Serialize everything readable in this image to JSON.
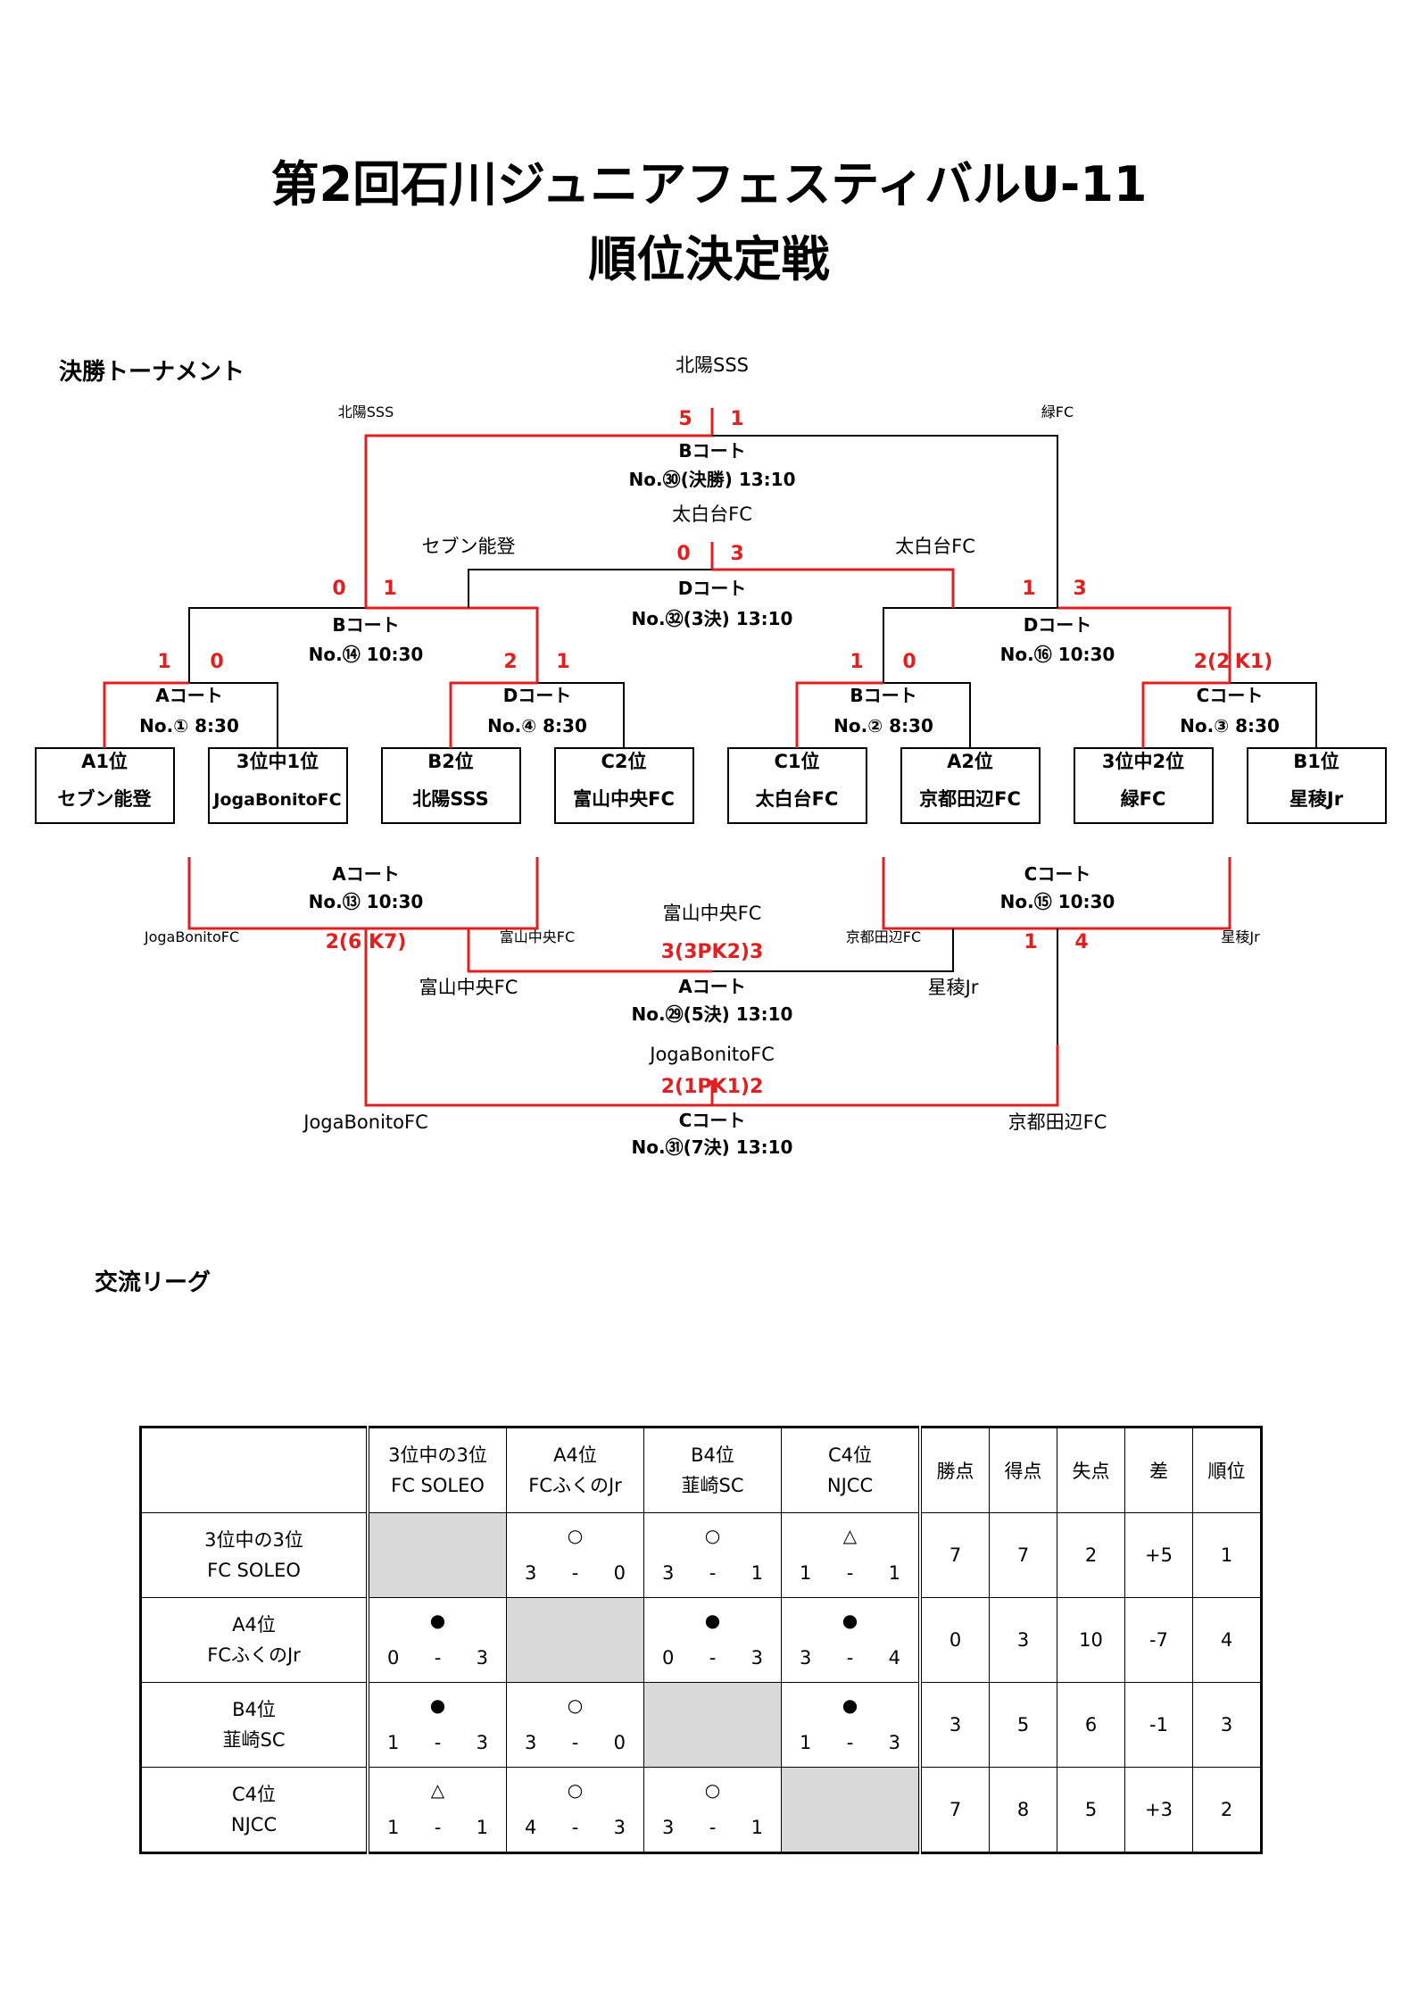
{
  "title": {
    "line1": "第2回石川ジュニアフェスティバルU-11",
    "line2": "順位決定戦"
  },
  "sections": {
    "tournament": "決勝トーナメント",
    "league": "交流リーグ"
  },
  "bracket": {
    "first_round": [
      {
        "court": "Aコート",
        "match": "No.① 8:30",
        "score_l": "1",
        "score_r": "0",
        "left": {
          "seed": "A1位",
          "team": "セブン能登"
        },
        "right": {
          "seed": "3位中1位",
          "team": "JogaBonitoFC"
        }
      },
      {
        "court": "Dコート",
        "match": "No.④ 8:30",
        "score_l": "2",
        "score_r": "1",
        "left": {
          "seed": "B2位",
          "team": "北陽SSS"
        },
        "right": {
          "seed": "C2位",
          "team": "富山中央FC"
        }
      },
      {
        "court": "Bコート",
        "match": "No.② 8:30",
        "score_l": "1",
        "score_r": "0",
        "left": {
          "seed": "C1位",
          "team": "太白台FC"
        },
        "right": {
          "seed": "A2位",
          "team": "京都田辺FC"
        }
      },
      {
        "court": "Cコート",
        "match": "No.③ 8:30",
        "score_l": "2(2",
        "score_r": "K1)",
        "left": {
          "seed": "3位中2位",
          "team": "緑FC"
        },
        "right": {
          "seed": "B1位",
          "team": "星稜Jr"
        }
      }
    ],
    "semis": [
      {
        "court": "Bコート",
        "match": "No.⑭ 10:30",
        "score_l": "0",
        "score_r": "1"
      },
      {
        "court": "Dコート",
        "match": "No.⑯ 10:30",
        "score_l": "1",
        "score_r": "3"
      }
    ],
    "final": {
      "court": "Bコート",
      "match": "No.㉚(決勝) 13:10",
      "score_l": "5",
      "score_r": "1",
      "winner": "北陽SSS",
      "left_team": "北陽SSS",
      "right_team": "緑FC"
    },
    "third": {
      "court": "Dコート",
      "match": "No.㉜(3決) 13:10",
      "score_l": "0",
      "score_r": "3",
      "winner": "太白台FC",
      "left_team": "セブン能登",
      "right_team": "太白台FC"
    },
    "losers": [
      {
        "court": "Aコート",
        "match": "No.⑬ 10:30",
        "score": "2(6  K7)",
        "left_team": "JogaBonitoFC",
        "right_team": "富山中央FC"
      },
      {
        "court": "Cコート",
        "match": "No.⑮ 10:30",
        "score_l": "1",
        "score_r": "4",
        "left_team": "京都田辺FC",
        "right_team": "星稜Jr"
      }
    ],
    "fifth": {
      "court": "Aコート",
      "match": "No.㉙(5決) 13:10",
      "score": "3(3PK2)3",
      "winner": "富山中央FC",
      "left_team": "富山中央FC",
      "right_team": "星稜Jr"
    },
    "seventh": {
      "court": "Cコート",
      "match": "No.㉛(7決) 13:10",
      "score": "2(1PK1)2",
      "winner": "JogaBonitoFC",
      "left_team": "JogaBonitoFC",
      "right_team": "京都田辺FC"
    }
  },
  "league": {
    "headers": [
      {
        "l1": "3位中の3位",
        "l2": "FC SOLEO"
      },
      {
        "l1": "A4位",
        "l2": "FCふくのJr"
      },
      {
        "l1": "B4位",
        "l2": "韮崎SC"
      },
      {
        "l1": "C4位",
        "l2": "NJCC"
      }
    ],
    "stat_headers": [
      "勝点",
      "得点",
      "失点",
      "差",
      "順位"
    ],
    "rows": [
      {
        "l1": "3位中の3位",
        "l2": "FC SOLEO",
        "cells": [
          null,
          {
            "m": "○",
            "a": "3",
            "b": "0"
          },
          {
            "m": "○",
            "a": "3",
            "b": "1"
          },
          {
            "m": "△",
            "a": "1",
            "b": "1"
          }
        ],
        "stats": [
          "7",
          "7",
          "2",
          "+5",
          "1"
        ]
      },
      {
        "l1": "A4位",
        "l2": "FCふくのJr",
        "cells": [
          {
            "m": "●",
            "a": "0",
            "b": "3"
          },
          null,
          {
            "m": "●",
            "a": "0",
            "b": "3"
          },
          {
            "m": "●",
            "a": "3",
            "b": "4"
          }
        ],
        "stats": [
          "0",
          "3",
          "10",
          "-7",
          "4"
        ]
      },
      {
        "l1": "B4位",
        "l2": "韮崎SC",
        "cells": [
          {
            "m": "●",
            "a": "1",
            "b": "3"
          },
          {
            "m": "○",
            "a": "3",
            "b": "0"
          },
          null,
          {
            "m": "●",
            "a": "1",
            "b": "3"
          }
        ],
        "stats": [
          "3",
          "5",
          "6",
          "-1",
          "3"
        ]
      },
      {
        "l1": "C4位",
        "l2": "NJCC",
        "cells": [
          {
            "m": "△",
            "a": "1",
            "b": "1"
          },
          {
            "m": "○",
            "a": "4",
            "b": "3"
          },
          {
            "m": "○",
            "a": "3",
            "b": "1"
          },
          null
        ],
        "stats": [
          "7",
          "8",
          "5",
          "+3",
          "2"
        ]
      }
    ],
    "dash": "-"
  }
}
